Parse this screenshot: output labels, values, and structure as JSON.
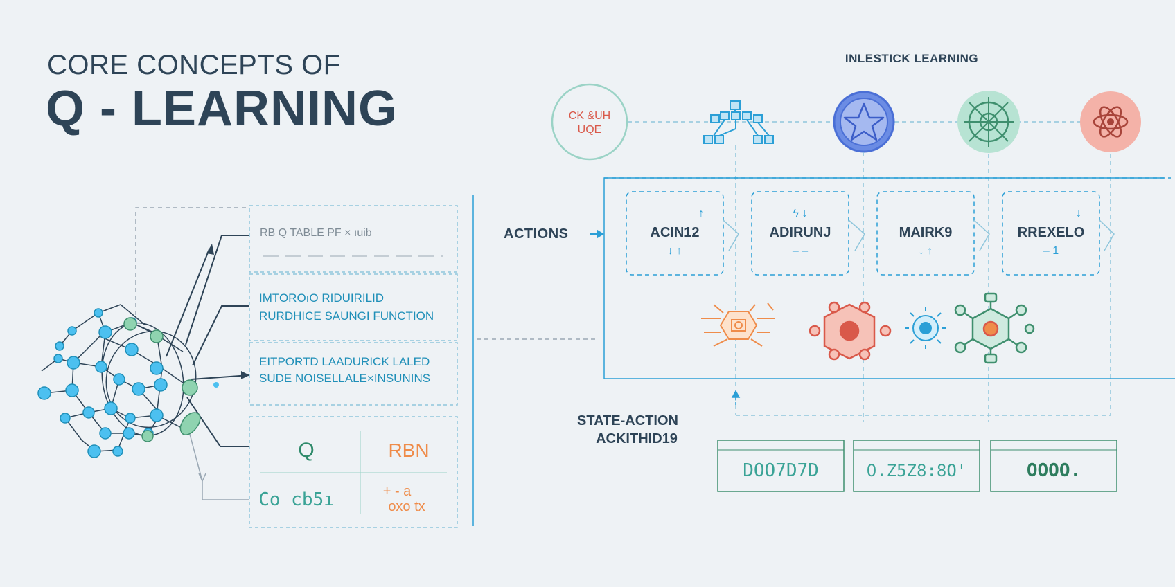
{
  "title": {
    "line1": "CORE CONCEPTS OF",
    "line2": "Q - LEARNING"
  },
  "top_header": "INLESTICK LEARNING",
  "colors": {
    "ink": "#2e4457",
    "blue": "#2b9fd6",
    "teal": "#3aa396",
    "green": "#3f8f6e",
    "orange": "#ef8c4a",
    "red": "#d9594a",
    "indigo": "#5576d9",
    "dash": "#8fc6dc",
    "gray": "#9aa8b4"
  },
  "top_circles": [
    {
      "icon": "text-circle",
      "text1": "CK &UH",
      "text2": "UQE"
    },
    {
      "icon": "network-tree-icon"
    },
    {
      "icon": "star-badge-icon"
    },
    {
      "icon": "target-crosshair-icon"
    },
    {
      "icon": "atom-icon"
    }
  ],
  "left_panel": {
    "qtable_header": "RB Q TABLE PF × ıuib",
    "reward_line1": "IMTOROıO RIDUIRILID",
    "reward_line2": "RURDHICE SAUNGI FUNCTION",
    "explore_line1": "EITPORTD LAADURICK LALED",
    "explore_line2": "SUDE NOISELLALE×INSUNINS",
    "q_symbol": "Q",
    "rbn_text": "RBN",
    "code_text": "Co cb5ı",
    "formula_line1": "+ - a",
    "formula_line2": "oxo tx"
  },
  "actions_label": "ACTIONS",
  "action_boxes": [
    {
      "label": "ACIN12",
      "top": "↑",
      "bottom": "↓  ↑"
    },
    {
      "label": "ADIRUNJ",
      "top": "ϟ        ↓",
      "bottom": "–       –"
    },
    {
      "label": "MAIRK9",
      "top": "",
      "bottom": "↓       ↑"
    },
    {
      "label": "RREXELO",
      "top": "↓",
      "bottom": "–       1"
    }
  ],
  "state_action_label": {
    "line1": "STATE-ACTION",
    "line2": "ACKITHID19"
  },
  "value_boxes": [
    "DOO7D7D",
    "O.Z5Z8:8O'",
    "OOOO."
  ]
}
